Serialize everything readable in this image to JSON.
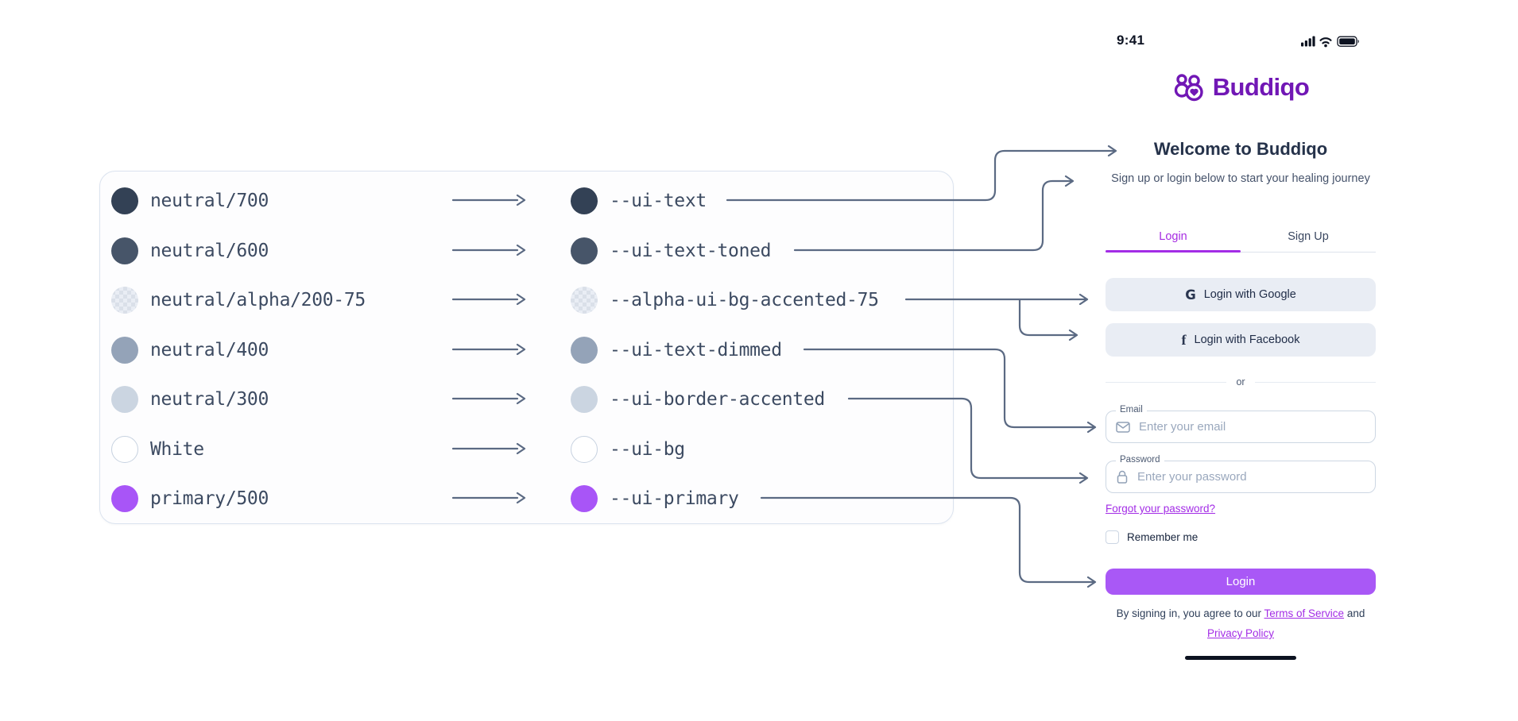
{
  "token_map": {
    "arrow_color": "#5b6a83",
    "panel_border_color": "#dbe3ef",
    "rows": [
      {
        "source": "neutral/700",
        "target": "--ui-text",
        "hex": "#334155"
      },
      {
        "source": "neutral/600",
        "target": "--ui-text-toned",
        "hex": "#475569"
      },
      {
        "source": "neutral/alpha/200-75",
        "target": "--alpha-ui-bg-accented-75",
        "hex": "#e9edf4"
      },
      {
        "source": "neutral/400",
        "target": "--ui-text-dimmed",
        "hex": "#94a3b8"
      },
      {
        "source": "neutral/300",
        "target": "--ui-border-accented",
        "hex": "#cbd5e1"
      },
      {
        "source": "White",
        "target": "--ui-bg",
        "hex": "#ffffff"
      },
      {
        "source": "primary/500",
        "target": "--ui-primary",
        "hex": "#a855f7"
      }
    ]
  },
  "phone": {
    "status_bar": {
      "time": "9:41",
      "icons": [
        "cellular-signal-icon",
        "wifi-icon",
        "battery-icon"
      ]
    },
    "logo": {
      "brand": "Buddiqo",
      "color": "#7117b5",
      "icon": "buddies-heart-icon"
    },
    "header": {
      "title": "Welcome to Buddiqo",
      "subtitle": "Sign up or login below to start your healing journey"
    },
    "tabs": [
      {
        "label": "Login",
        "active": true
      },
      {
        "label": "Sign Up",
        "active": false
      }
    ],
    "social_buttons": [
      {
        "label": "Login with Google",
        "icon": "google-icon",
        "icon_glyph": "G"
      },
      {
        "label": "Login with Facebook",
        "icon": "facebook-icon",
        "icon_glyph": "f"
      }
    ],
    "divider_label": "or",
    "form": {
      "email": {
        "label": "Email",
        "placeholder": "Enter your email",
        "icon": "envelope-icon"
      },
      "password": {
        "label": "Password",
        "placeholder": "Enter your password",
        "icon": "lock-icon"
      },
      "forgot_link": "Forgot your password?",
      "remember_label": "Remember me",
      "login_button": "Login"
    },
    "footer": {
      "prefix": "By signing in, you agree to our ",
      "terms_link": "Terms of Service",
      "conjunction": " and ",
      "privacy_link": "Privacy Policy"
    },
    "colors": {
      "primary_button": "#a958f6",
      "active_tab": "#a62ce2",
      "link": "#a32ce6"
    }
  }
}
